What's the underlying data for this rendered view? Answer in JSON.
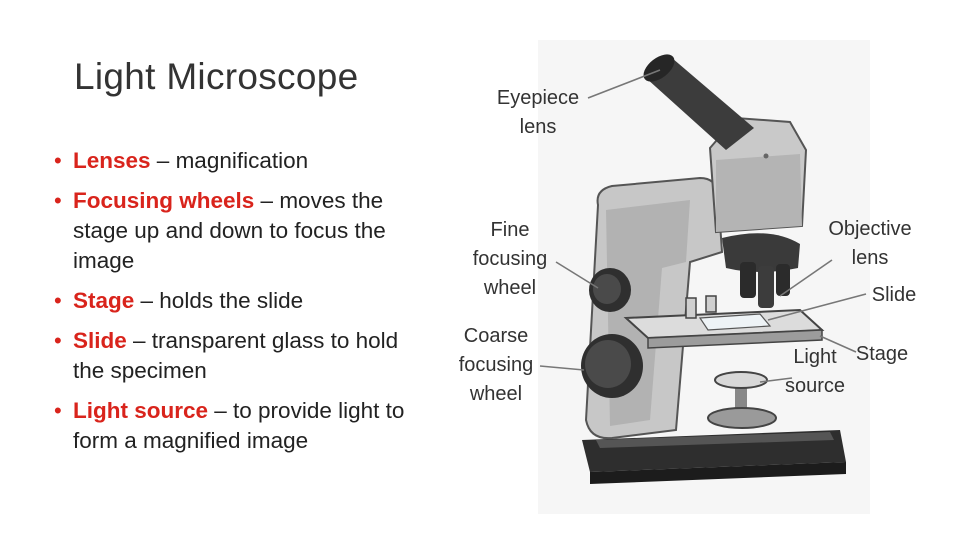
{
  "slide": {
    "title": "Light Microscope",
    "bullets": [
      {
        "term": "Lenses",
        "text": " – magnification"
      },
      {
        "term": "Focusing wheels",
        "text": " – moves the stage up and down to focus the image"
      },
      {
        "term": "Stage",
        "text": " – holds the slide"
      },
      {
        "term": "Slide",
        "text": " – transparent glass to hold the specimen"
      },
      {
        "term": "Light source",
        "text": " – to provide light to form a magnified image"
      }
    ]
  },
  "diagram": {
    "labels": {
      "eyepiece_lens": "Eyepiece\nlens",
      "fine_focusing_wheel": "Fine\nfocusing\nwheel",
      "coarse_focusing_wheel": "Coarse\nfocusing\nwheel",
      "objective_lens": "Objective\nlens",
      "slide": "Slide",
      "light_source": "Light\nsource",
      "stage": "Stage"
    }
  },
  "colors": {
    "accent": "#d9241c",
    "text": "#222222",
    "body_gray": "#b8b8b8",
    "dark_gray": "#3a3a3a"
  }
}
